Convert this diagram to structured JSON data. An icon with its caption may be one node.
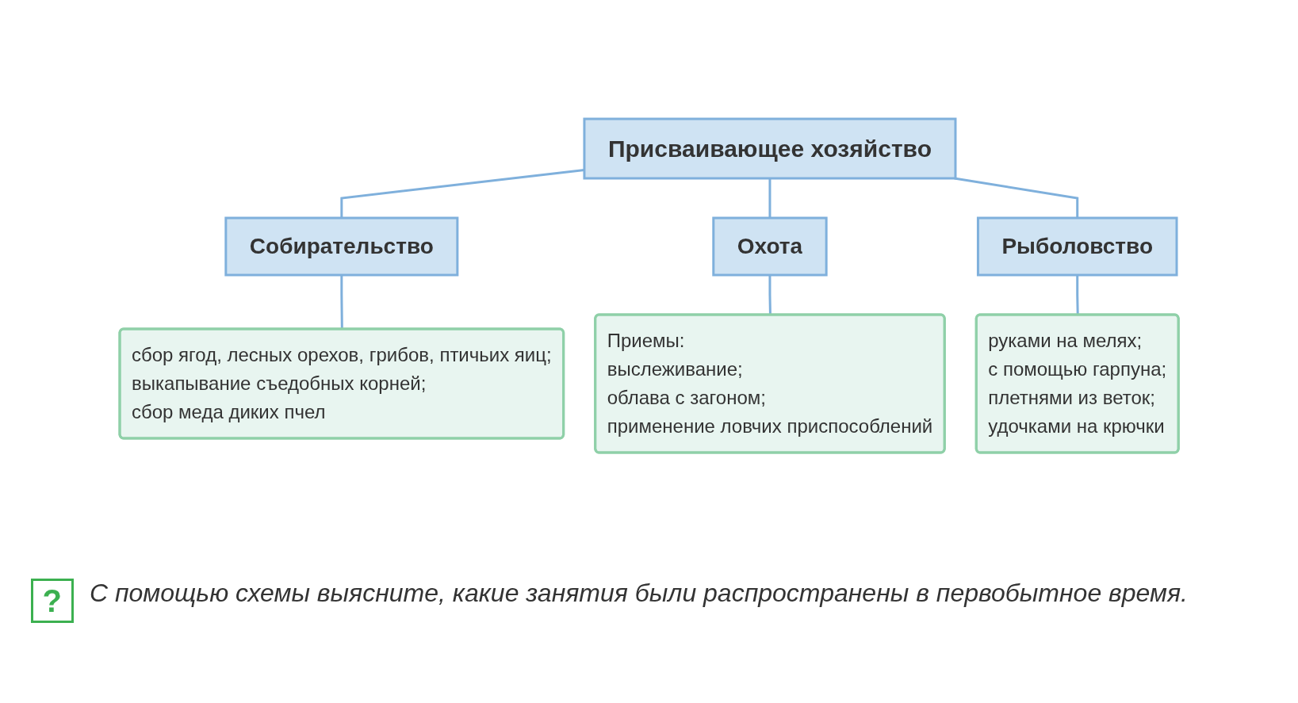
{
  "diagram": {
    "nodes": [
      {
        "text": [
          "Присваивающее хозяйство"
        ]
      },
      {
        "text": [
          "Собирательство"
        ]
      },
      {
        "text": [
          "Охота"
        ]
      },
      {
        "text": [
          "Рыболовство"
        ]
      },
      {
        "text": [
          "сбор ягод, лесных орехов, грибов, птичьих яиц;",
          "выкапывание съедобных корней;",
          "сбор меда диких пчел"
        ]
      },
      {
        "text": [
          "Приемы:",
          "выслеживание;",
          "облава с загоном;",
          "применение ловчих приспособлений"
        ]
      },
      {
        "text": [
          "руками на мелях;",
          "с помощью гарпуна;",
          "плетнями из веток;",
          "удочками на крючки"
        ]
      }
    ],
    "edges": [
      {
        "from": 0,
        "to": 1,
        "arrow": "none"
      },
      {
        "from": 0,
        "to": 2,
        "arrow": "none"
      },
      {
        "from": 0,
        "to": 3,
        "arrow": "none"
      },
      {
        "from": 1,
        "to": 4,
        "arrow": "none"
      },
      {
        "from": 2,
        "to": 5,
        "arrow": "none"
      },
      {
        "from": 3,
        "to": 6,
        "arrow": "none"
      }
    ],
    "labels": [
      "?"
    ],
    "caption": "С помощью схемы выясните, какие занятия были распространены в первобытное время."
  }
}
